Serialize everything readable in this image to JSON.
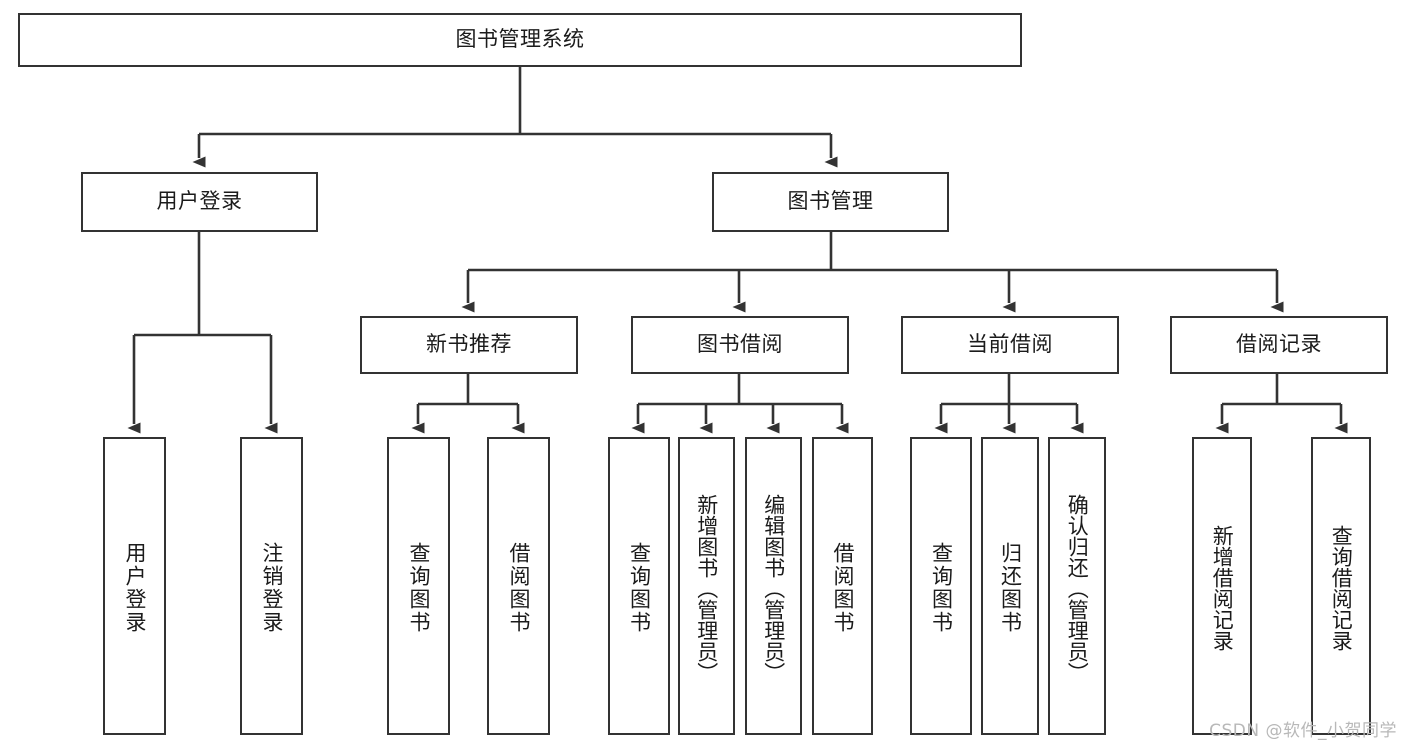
{
  "diagram": {
    "title": "图书管理系统",
    "type": "function-structure-tree",
    "root": {
      "id": "root",
      "label": "图书管理系统"
    },
    "level1": [
      {
        "id": "user-login",
        "label": "用户登录"
      },
      {
        "id": "book-management",
        "label": "图书管理"
      }
    ],
    "level2": [
      {
        "id": "new-book-recommend",
        "label": "新书推荐",
        "parent": "book-management"
      },
      {
        "id": "book-borrow",
        "label": "图书借阅",
        "parent": "book-management"
      },
      {
        "id": "current-borrow",
        "label": "当前借阅",
        "parent": "book-management"
      },
      {
        "id": "borrow-record",
        "label": "借阅记录",
        "parent": "book-management"
      }
    ],
    "leaves": [
      {
        "id": "leaf-user-login",
        "label": "用户登录",
        "parent": "user-login"
      },
      {
        "id": "leaf-user-logout",
        "label": "注销登录",
        "parent": "user-login"
      },
      {
        "id": "leaf-query-book-nb",
        "label": "查询图书",
        "parent": "new-book-recommend"
      },
      {
        "id": "leaf-borrow-book-nb",
        "label": "借阅图书",
        "parent": "new-book-recommend"
      },
      {
        "id": "leaf-query-book-bb",
        "label": "查询图书",
        "parent": "book-borrow"
      },
      {
        "id": "leaf-add-book",
        "label": "新增图书（管理员）",
        "parent": "book-borrow"
      },
      {
        "id": "leaf-edit-book",
        "label": "编辑图书（管理员）",
        "parent": "book-borrow"
      },
      {
        "id": "leaf-borrow-book-bb",
        "label": "借阅图书",
        "parent": "book-borrow"
      },
      {
        "id": "leaf-query-book-cb",
        "label": "查询图书",
        "parent": "current-borrow"
      },
      {
        "id": "leaf-return-book",
        "label": "归还图书",
        "parent": "current-borrow"
      },
      {
        "id": "leaf-confirm-return",
        "label": "确认归还（管理员）",
        "parent": "current-borrow"
      },
      {
        "id": "leaf-add-record",
        "label": "新增借阅记录",
        "parent": "borrow-record"
      },
      {
        "id": "leaf-query-record",
        "label": "查询借阅记录",
        "parent": "borrow-record"
      }
    ]
  },
  "watermark": {
    "text": "CSDN @软件_小贺同学"
  },
  "colors": {
    "stroke": "#333333",
    "text": "#1b1b1b",
    "background": "#ffffff",
    "watermark": "#b8b8b8"
  }
}
